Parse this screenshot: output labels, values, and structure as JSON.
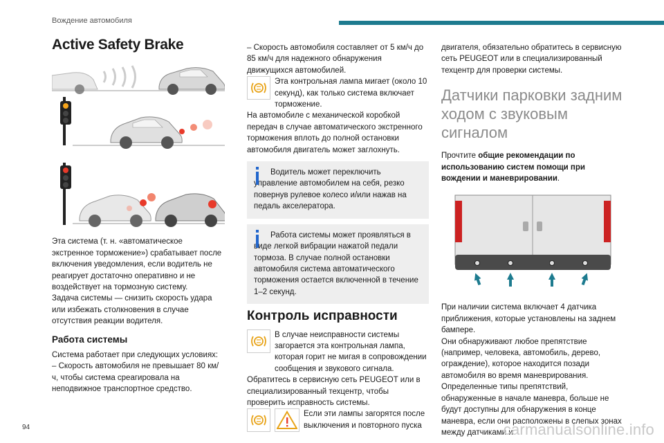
{
  "header": {
    "section": "Вождение автомобиля"
  },
  "page_number": "94",
  "watermark": "carmanualsonline.info",
  "col1": {
    "title": "Active Safety Brake",
    "para1": "Эта система (т. н. «автоматическое экстренное торможение») срабатывает после включения уведомления, если водитель не реагирует достаточно оперативно и не воздействует на тормозную систему.",
    "para2": "Задача системы — снизить скорость удара или избежать столкновения в случае отсутствия реакции водителя.",
    "heading2": "Работа системы",
    "para3": "Система работает при следующих условиях:",
    "para4": "– Скорость автомобиля не превышает 80 км/ч, чтобы система среагировала на неподвижное транспортное средство."
  },
  "col2": {
    "para1": "– Скорость автомобиля составляет от 5 км/ч до 85 км/ч для надежного обнаружения движущихся автомобилей.",
    "para2": "Эта контрольная лампа мигает (около 10 секунд), как только система включает торможение.",
    "para3": "На автомобиле с механической коробкой передач в случае автоматического экстренного торможения вплоть до полной остановки автомобиля двигатель может заглохнуть.",
    "info1": "Водитель может переключить управление автомобилем на себя, резко повернув рулевое колесо и/или нажав на педаль акселератора.",
    "info2": "Работа системы может проявляться в виде легкой вибрации нажатой педали тормоза. В случае полной остановки автомобиля система автоматического торможения остается включенной в течение 1–2 секунд.",
    "heading": "Контроль исправности",
    "para4": "В случае неисправности системы загорается эта контрольная лампа, которая горит не мигая в сопровождении сообщения и звукового сигнала.",
    "para5": "Обратитесь в сервисную сеть PEUGEOT или в специализированный техцентр, чтобы проверить исправность системы.",
    "para6": "Если эти лампы загорятся после выключения и повторного пуска"
  },
  "col3": {
    "para1": "двигателя, обязательно обратитесь в сервисную сеть PEUGEOT или в специализированный техцентр для проверки системы.",
    "heading": "Датчики парковки задним ходом с звуковым сигналом",
    "read_prefix": "Прочтите ",
    "read_bold": "общие рекомендации по использованию систем помощи при вождении и маневрировании",
    "read_suffix": ".",
    "para2": "При наличии система включает 4 датчика приближения, которые установлены на заднем бампере.",
    "para3": "Они обнаруживают любое препятствие (например, человека, автомобиль, дерево, ограждение), которое находится позади автомобиля во время маневрирования.",
    "para4": "Определенные типы препятствий, обнаруженные в начале маневра, больше не будут доступны для обнаружения в конце маневра, если они расположены в слепых зонах между датчиками и"
  },
  "colors": {
    "accent": "#1d7b8f",
    "warning_lamp": "#e8a318",
    "alert_red": "#e83a2a",
    "info_blue": "#2266cc"
  },
  "icons": [
    "brake-warning-lamp-icon",
    "warning-triangle-icon",
    "info-icon",
    "parking-sensor-arrow-icon"
  ]
}
